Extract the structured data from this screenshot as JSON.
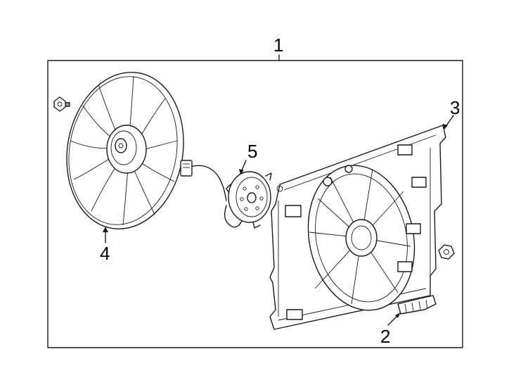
{
  "diagram": {
    "callouts": [
      {
        "id": "assembly",
        "label": "1"
      },
      {
        "id": "clip",
        "label": "2"
      },
      {
        "id": "shroud",
        "label": "3"
      },
      {
        "id": "fan-blade",
        "label": "4"
      },
      {
        "id": "motor",
        "label": "5"
      }
    ],
    "colors": {
      "line": "#1a1a1a",
      "background": "#ffffff"
    }
  }
}
